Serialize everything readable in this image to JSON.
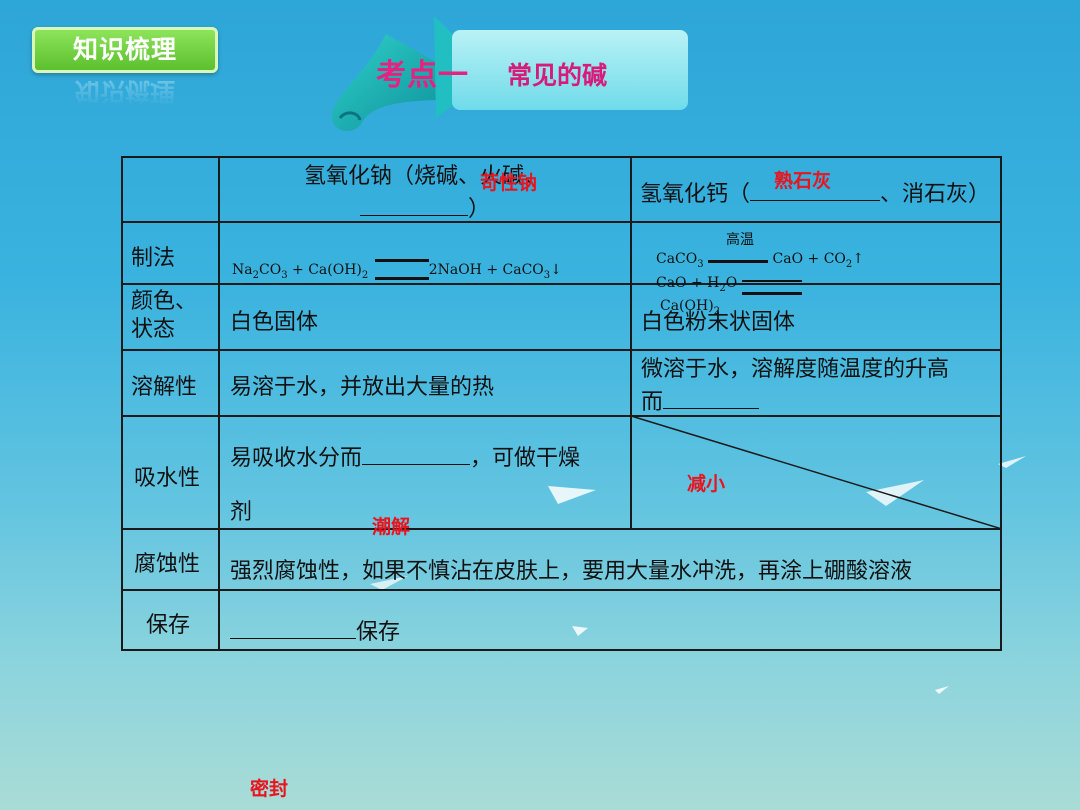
{
  "badge": {
    "label": "知识梳理"
  },
  "banner": {
    "point": "考点一",
    "title": "常见的碱"
  },
  "table": {
    "header": {
      "naoh": {
        "text": "氢氧化钠（烧碱、火碱、",
        "close": "）",
        "answer": "苛性钠"
      },
      "caoh": {
        "prefix": "氢氧化钙（",
        "suffix": "、消石灰）",
        "answer": "熟石灰"
      }
    },
    "rows": {
      "zhifa": {
        "label": "制法",
        "naoh_eq": {
          "a": "Na",
          "a2": "2",
          "b": "CO",
          "b3": "3",
          "c": " + Ca(OH)",
          "c2": "2",
          "d": "2NaOH + CaCO",
          "d3": "3",
          "arrow": "↓"
        },
        "caoh_eq1": {
          "cond": "高温",
          "a": "CaCO",
          "a3": "3",
          "b": "CaO + CO",
          "b2": "2",
          "arrow": "↑"
        },
        "caoh_eq2": {
          "a": "CaO + H",
          "a2": "2",
          "b": "O",
          "c": "Ca(OH)",
          "c2": "2"
        }
      },
      "yanse": {
        "label1": "颜色、",
        "label2": "状态",
        "naoh": "白色固体",
        "caoh": "白色粉末状固体"
      },
      "rongjie": {
        "label": "溶解性",
        "naoh": "易溶于水，并放出大量的热",
        "caoh1": "微溶于水，溶解度随温度的升高",
        "caoh2": "而",
        "answer": "减小"
      },
      "xishui": {
        "label": "吸水性",
        "naoh1": "易吸收水分而",
        "naoh1b": "，可做干燥",
        "naoh2": "剂",
        "answer": "潮解"
      },
      "fushi": {
        "label": "腐蚀性",
        "text": "强烈腐蚀性，如果不慎沾在皮肤上，要用大量水冲洗，再涂上硼酸溶液"
      },
      "baocun": {
        "label": "保存",
        "suffix": "保存",
        "answer": "密封"
      }
    }
  },
  "colors": {
    "accent": "#e8207f",
    "answer_red": "#e8141e",
    "badge_green": "#5cc02e"
  }
}
